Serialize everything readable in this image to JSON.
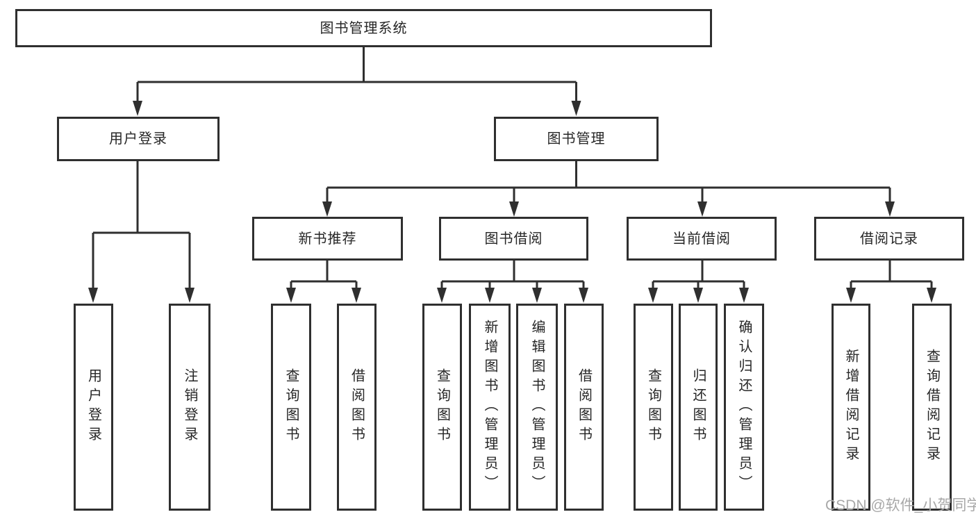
{
  "tree": {
    "root": {
      "label": "图书管理系统"
    },
    "branches": [
      {
        "label": "用户登录",
        "children": [
          {
            "label": "用户登录"
          },
          {
            "label": "注销登录"
          }
        ]
      },
      {
        "label": "图书管理",
        "children": [
          {
            "label": "新书推荐",
            "children": [
              {
                "label": "查询图书"
              },
              {
                "label": "借阅图书"
              }
            ]
          },
          {
            "label": "图书借阅",
            "children": [
              {
                "label": "查询图书"
              },
              {
                "label": "新增图书（管理员）"
              },
              {
                "label": "编辑图书（管理员）"
              },
              {
                "label": "借阅图书"
              }
            ]
          },
          {
            "label": "当前借阅",
            "children": [
              {
                "label": "查询图书"
              },
              {
                "label": "归还图书"
              },
              {
                "label": "确认归还（管理员）"
              }
            ]
          },
          {
            "label": "借阅记录",
            "children": [
              {
                "label": "新增借阅记录"
              },
              {
                "label": "查询借阅记录"
              }
            ]
          }
        ]
      }
    ]
  },
  "watermark": {
    "text": "CSDN @软件_小贺同学"
  },
  "colors": {
    "line": "#2f2f2f",
    "box_border": "#2f2f2f",
    "text": "#262626",
    "watermark": "#a8a8a8",
    "background": "#ffffff"
  }
}
